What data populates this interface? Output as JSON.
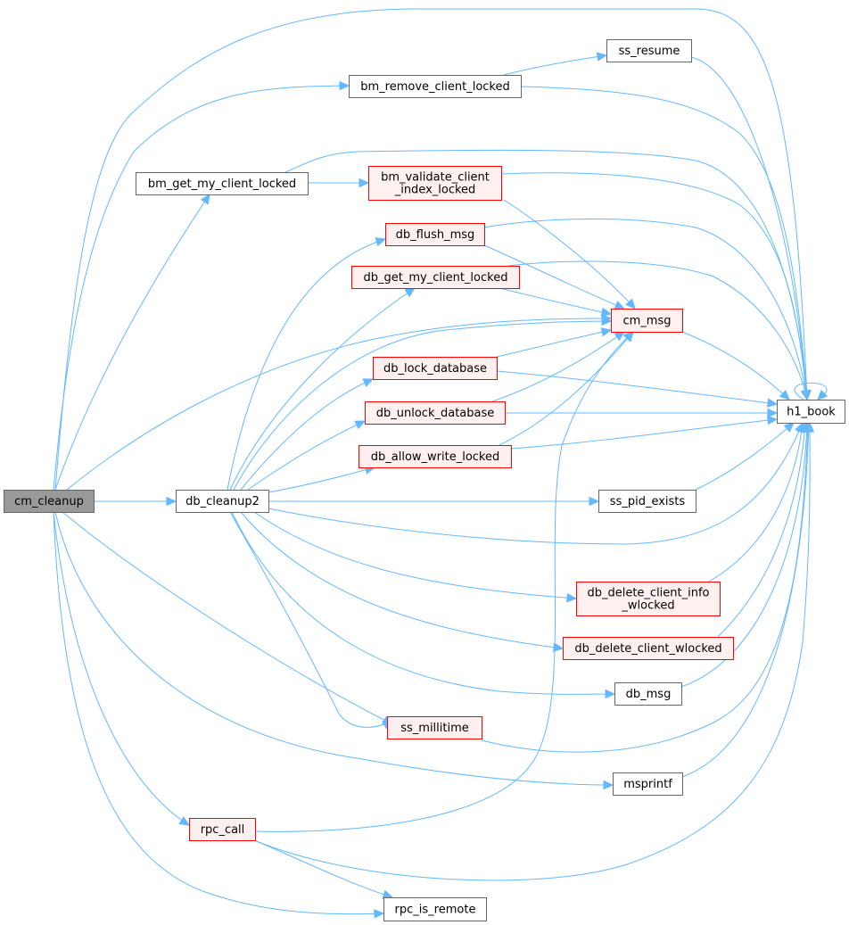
{
  "colors": {
    "edge": "#63b8ff",
    "plain_border": "#666666",
    "plain_fill": "#ffffff",
    "linked_border": "#ff0000",
    "linked_fill": "#fff0f0",
    "root_border": "#666666",
    "root_fill": "#999999"
  },
  "nodes": {
    "cm_cleanup": {
      "lines": [
        "cm_cleanup"
      ],
      "style": "root"
    },
    "db_cleanup2": {
      "lines": [
        "db_cleanup2"
      ],
      "style": "plain"
    },
    "bm_get_my_client_locked": {
      "lines": [
        "bm_get_my_client_locked"
      ],
      "style": "plain"
    },
    "bm_remove_client_locked": {
      "lines": [
        "bm_remove_client_locked"
      ],
      "style": "plain"
    },
    "ss_resume": {
      "lines": [
        "ss_resume"
      ],
      "style": "plain"
    },
    "bm_validate_client_index_locked": {
      "lines": [
        "bm_validate_client",
        "_index_locked"
      ],
      "style": "linked"
    },
    "db_flush_msg": {
      "lines": [
        "db_flush_msg"
      ],
      "style": "linked"
    },
    "db_get_my_client_locked": {
      "lines": [
        "db_get_my_client_locked"
      ],
      "style": "linked"
    },
    "cm_msg": {
      "lines": [
        "cm_msg"
      ],
      "style": "linked"
    },
    "db_lock_database": {
      "lines": [
        "db_lock_database"
      ],
      "style": "linked"
    },
    "db_unlock_database": {
      "lines": [
        "db_unlock_database"
      ],
      "style": "linked"
    },
    "db_allow_write_locked": {
      "lines": [
        "db_allow_write_locked"
      ],
      "style": "linked"
    },
    "h1_book": {
      "lines": [
        "h1_book"
      ],
      "style": "plain"
    },
    "ss_pid_exists": {
      "lines": [
        "ss_pid_exists"
      ],
      "style": "plain"
    },
    "db_delete_client_info_wlocked": {
      "lines": [
        "db_delete_client_info",
        "_wlocked"
      ],
      "style": "linked"
    },
    "db_delete_client_wlocked": {
      "lines": [
        "db_delete_client_wlocked"
      ],
      "style": "linked"
    },
    "db_msg": {
      "lines": [
        "db_msg"
      ],
      "style": "plain"
    },
    "ss_millitime": {
      "lines": [
        "ss_millitime"
      ],
      "style": "linked"
    },
    "msprintf": {
      "lines": [
        "msprintf"
      ],
      "style": "plain"
    },
    "rpc_call": {
      "lines": [
        "rpc_call"
      ],
      "style": "linked"
    },
    "rpc_is_remote": {
      "lines": [
        "rpc_is_remote"
      ],
      "style": "plain"
    }
  },
  "edges": [
    [
      "cm_cleanup",
      "h1_book"
    ],
    [
      "cm_cleanup",
      "bm_remove_client_locked"
    ],
    [
      "cm_cleanup",
      "bm_get_my_client_locked"
    ],
    [
      "cm_cleanup",
      "cm_msg"
    ],
    [
      "cm_cleanup",
      "db_cleanup2"
    ],
    [
      "cm_cleanup",
      "ss_millitime"
    ],
    [
      "cm_cleanup",
      "msprintf"
    ],
    [
      "cm_cleanup",
      "rpc_call"
    ],
    [
      "cm_cleanup",
      "rpc_is_remote"
    ],
    [
      "bm_remove_client_locked",
      "ss_resume"
    ],
    [
      "bm_remove_client_locked",
      "h1_book"
    ],
    [
      "ss_resume",
      "h1_book"
    ],
    [
      "bm_get_my_client_locked",
      "bm_validate_client_index_locked"
    ],
    [
      "bm_get_my_client_locked",
      "h1_book"
    ],
    [
      "bm_validate_client_index_locked",
      "cm_msg"
    ],
    [
      "bm_validate_client_index_locked",
      "h1_book"
    ],
    [
      "db_cleanup2",
      "db_flush_msg"
    ],
    [
      "db_cleanup2",
      "db_get_my_client_locked"
    ],
    [
      "db_cleanup2",
      "cm_msg"
    ],
    [
      "db_cleanup2",
      "db_lock_database"
    ],
    [
      "db_cleanup2",
      "db_unlock_database"
    ],
    [
      "db_cleanup2",
      "db_allow_write_locked"
    ],
    [
      "db_cleanup2",
      "ss_pid_exists"
    ],
    [
      "db_cleanup2",
      "h1_book"
    ],
    [
      "db_cleanup2",
      "db_delete_client_info_wlocked"
    ],
    [
      "db_cleanup2",
      "db_delete_client_wlocked"
    ],
    [
      "db_cleanup2",
      "db_msg"
    ],
    [
      "db_cleanup2",
      "ss_millitime"
    ],
    [
      "db_flush_msg",
      "cm_msg"
    ],
    [
      "db_flush_msg",
      "h1_book"
    ],
    [
      "db_get_my_client_locked",
      "cm_msg"
    ],
    [
      "db_get_my_client_locked",
      "h1_book"
    ],
    [
      "db_lock_database",
      "cm_msg"
    ],
    [
      "db_lock_database",
      "h1_book"
    ],
    [
      "db_unlock_database",
      "cm_msg"
    ],
    [
      "db_unlock_database",
      "h1_book"
    ],
    [
      "db_allow_write_locked",
      "cm_msg"
    ],
    [
      "db_allow_write_locked",
      "h1_book"
    ],
    [
      "cm_msg",
      "h1_book"
    ],
    [
      "h1_book",
      "h1_book"
    ],
    [
      "ss_pid_exists",
      "h1_book"
    ],
    [
      "db_delete_client_info_wlocked",
      "h1_book"
    ],
    [
      "db_delete_client_wlocked",
      "h1_book"
    ],
    [
      "db_msg",
      "h1_book"
    ],
    [
      "ss_millitime",
      "h1_book"
    ],
    [
      "msprintf",
      "h1_book"
    ],
    [
      "rpc_call",
      "cm_msg"
    ],
    [
      "rpc_call",
      "rpc_is_remote"
    ],
    [
      "rpc_call",
      "h1_book"
    ]
  ]
}
